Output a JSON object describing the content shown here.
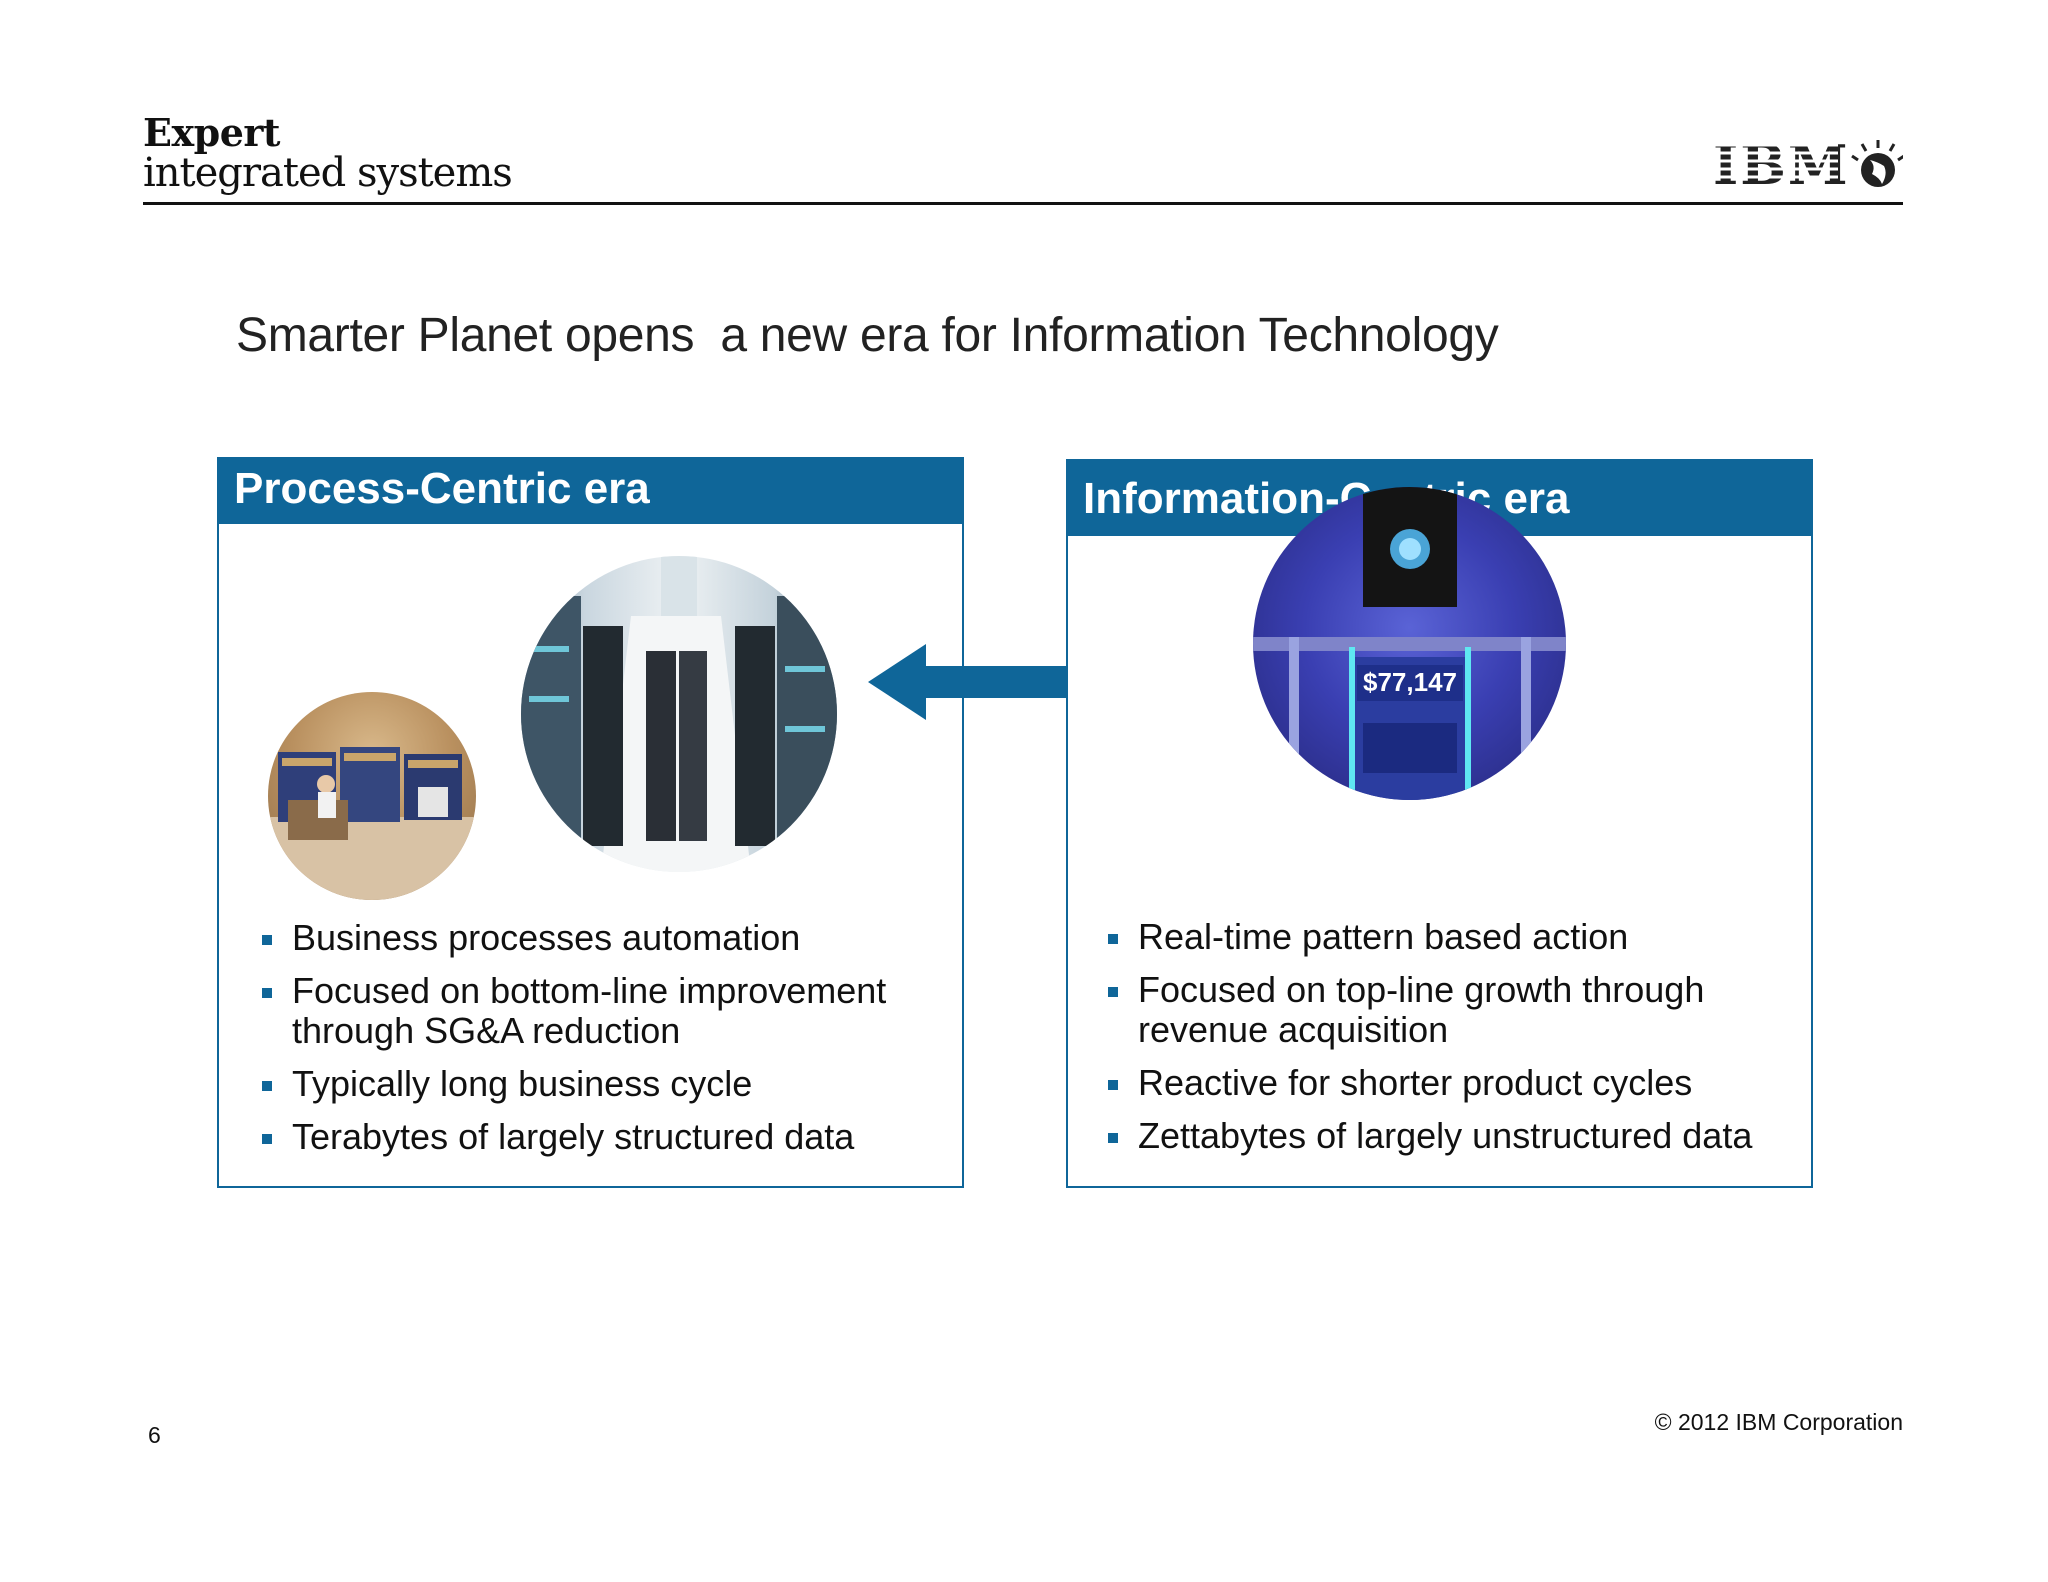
{
  "brand": {
    "line1": "Expert",
    "line2": "integrated systems"
  },
  "logo": {
    "text": "IBM"
  },
  "title": "Smarter Planet opens  a new era for Information Technology",
  "left_panel": {
    "header": "Process-Centric era",
    "bullets": [
      "Business processes automation",
      "Focused on bottom-line improvement through SG&A reduction",
      "Typically long business cycle",
      "Terabytes of largely structured data"
    ]
  },
  "right_panel": {
    "header": "Information-Centric era",
    "watson_amount": "$77,147",
    "bullets": [
      "Real-time pattern based action",
      "Focused on top-line growth through revenue acquisition",
      "Reactive for shorter product cycles",
      "Zettabytes of largely unstructured data"
    ]
  },
  "footer": {
    "page_number": "6",
    "copyright": "© 2012 IBM Corporation"
  },
  "colors": {
    "accent": "#0f6699"
  }
}
